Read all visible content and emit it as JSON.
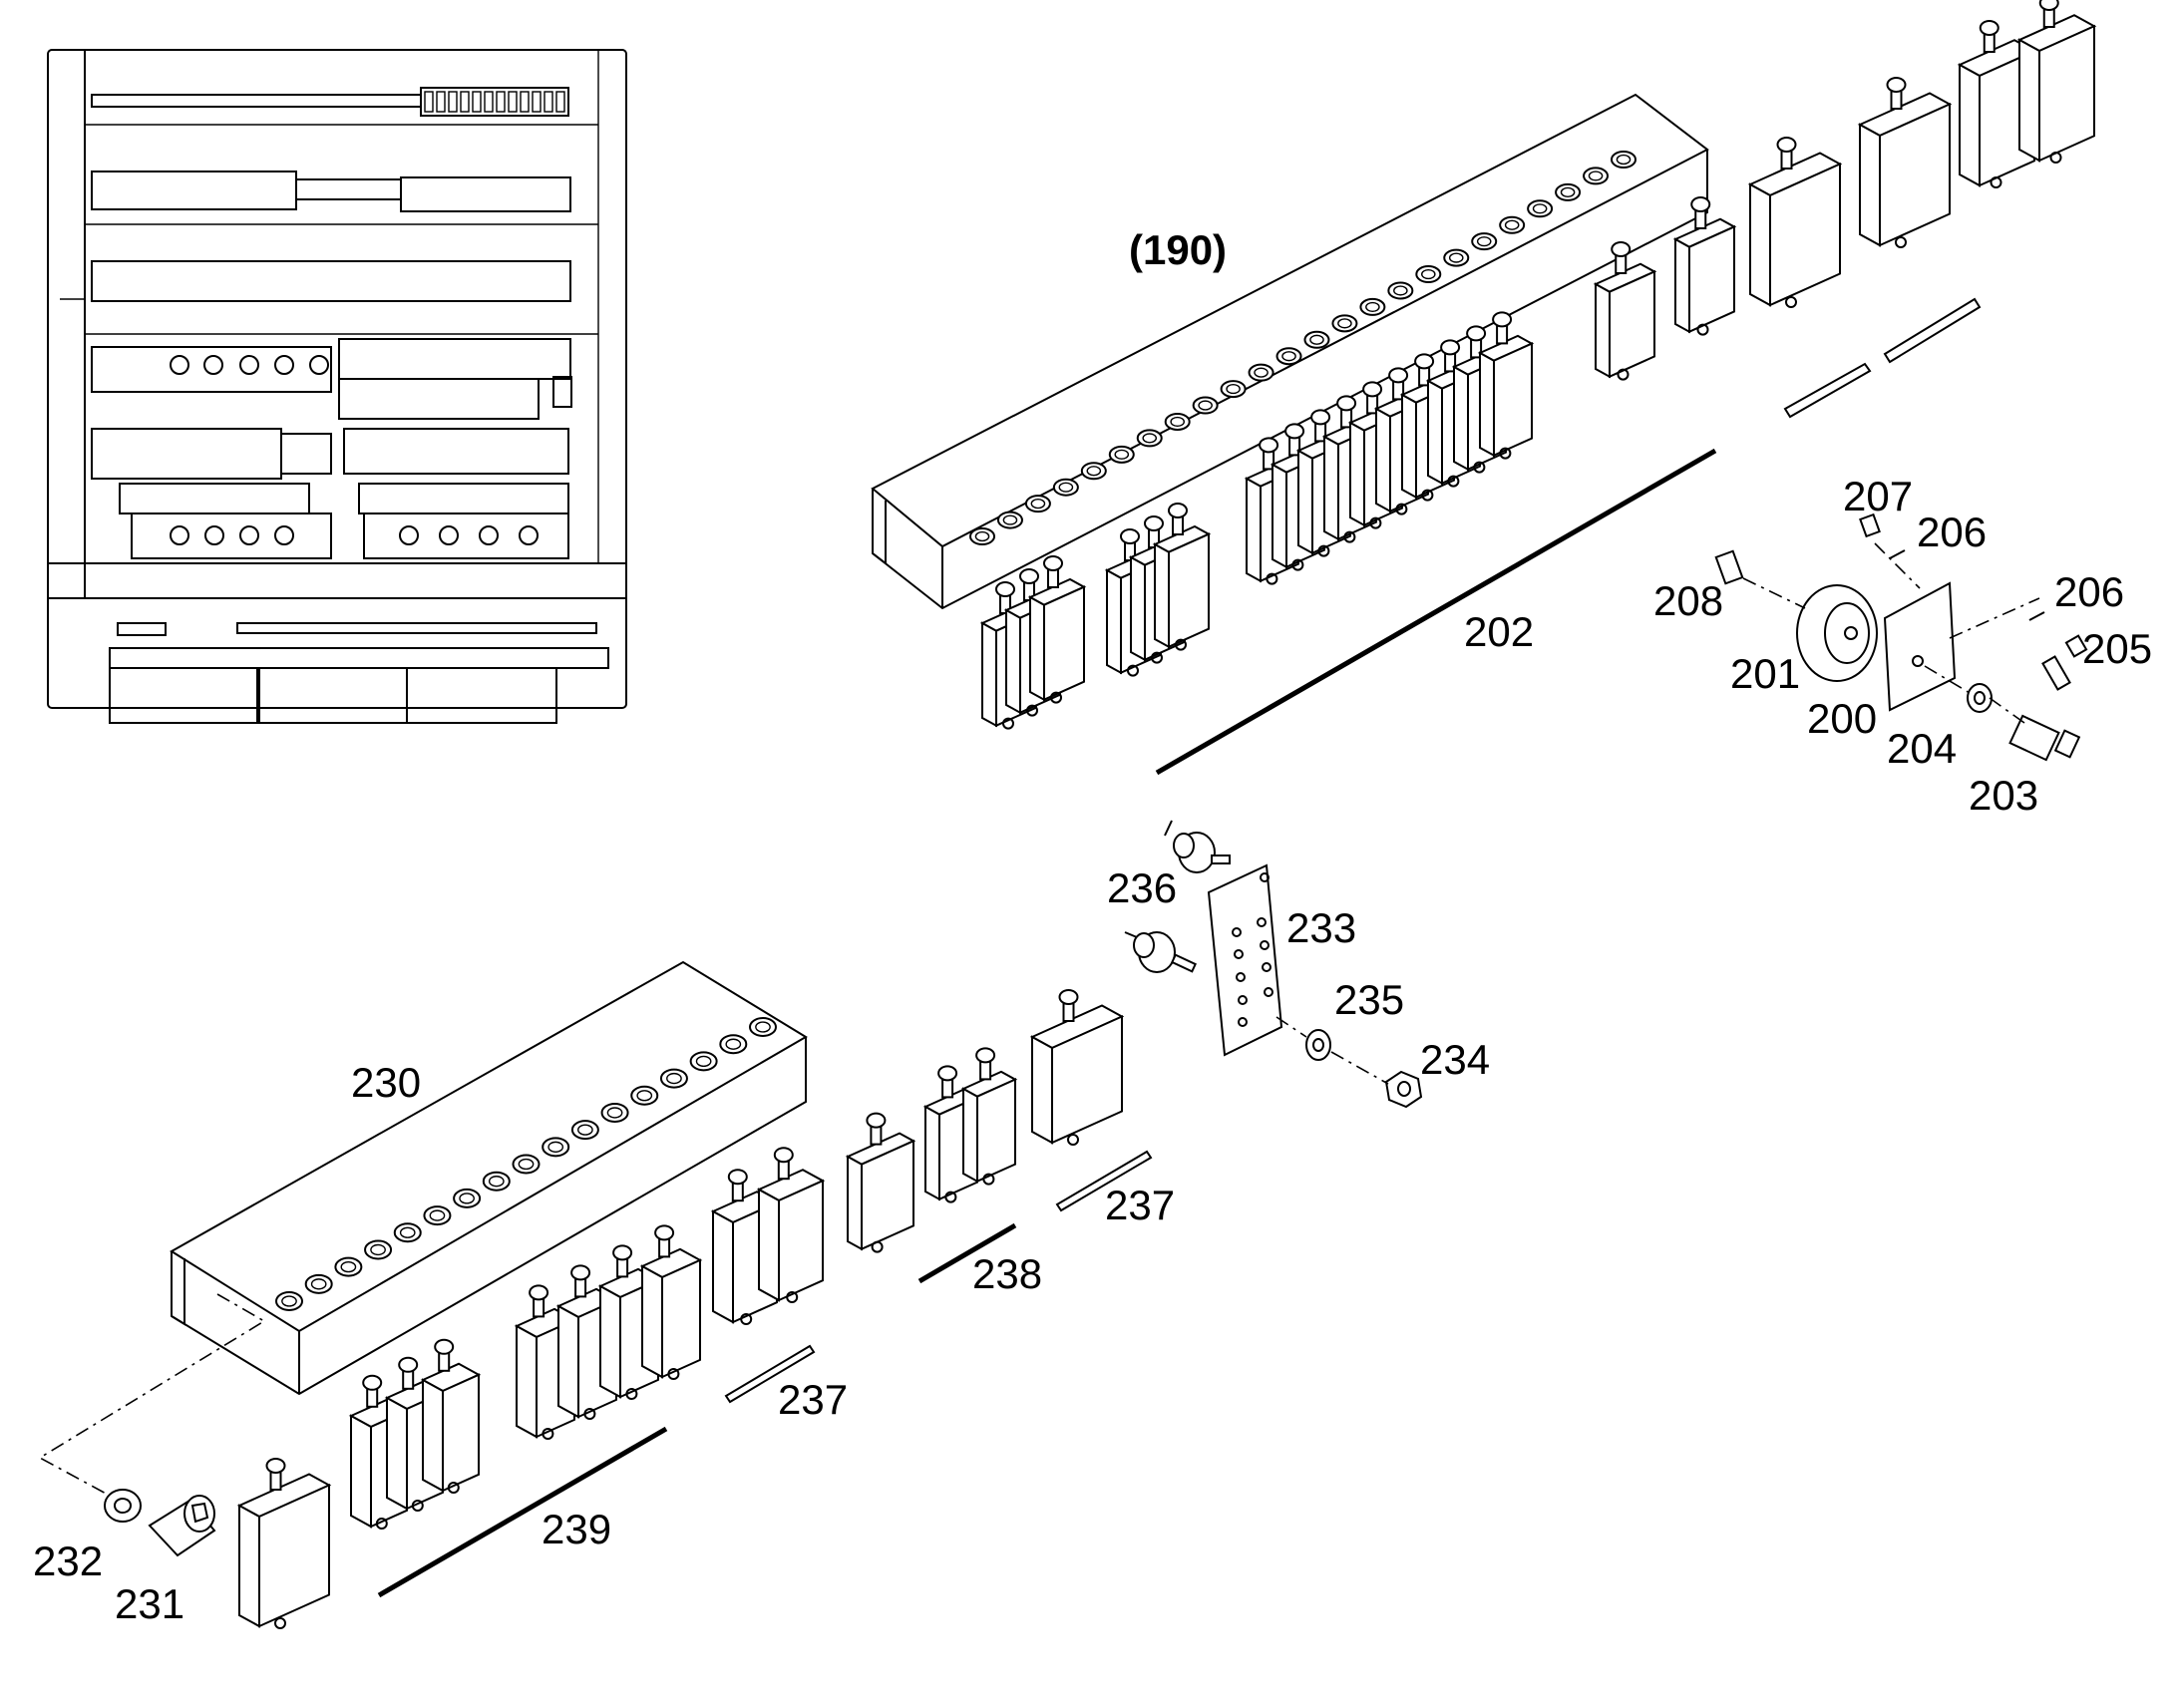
{
  "callouts": {
    "assembly_ref": "(190)",
    "c200": "200",
    "c201": "201",
    "c202": "202",
    "c203": "203",
    "c204": "204",
    "c205": "205",
    "c206a": "206",
    "c206b": "206",
    "c207": "207",
    "c208": "208",
    "c230": "230",
    "c231": "231",
    "c232": "232",
    "c233": "233",
    "c234": "234",
    "c235": "235",
    "c236": "236",
    "c237a": "237",
    "c237b": "237",
    "c238": "238",
    "c239": "239"
  },
  "colors": {
    "line": "#000000",
    "background": "#ffffff",
    "fill": "#ffffff"
  }
}
